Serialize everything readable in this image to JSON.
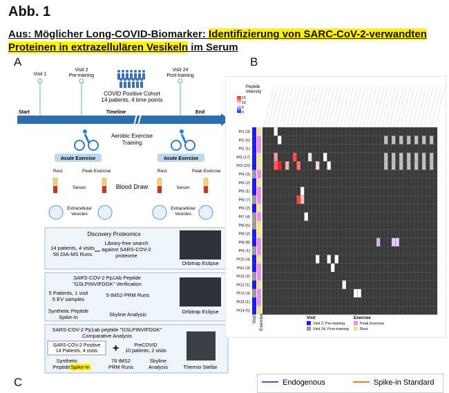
{
  "figure": {
    "title": "Abb. 1",
    "subtitle_prefix": "Aus: Möglicher Long-COVID-Biomarker: ",
    "subtitle_highlight1": "Identifizierung von SARC-CoV-2-verwandten",
    "subtitle_highlight2": "Proteinen in extrazellulären Vesikeln",
    "subtitle_suffix": " im Serum"
  },
  "panel_a": {
    "letter": "A",
    "visits": [
      "Visit 1",
      "Visit 2\nPre-training",
      "Visit 24\nPost-training"
    ],
    "cohort_title": "COVID Positive Cohort",
    "cohort_sub": "14 patients, 4 time points",
    "timeline_start": "Start",
    "timeline_label": "Timeline",
    "timeline_end": "End",
    "aerobic": "Aerobic Exercise\nTraining",
    "acute_exercise": "Acute Exercise",
    "rest": "Rest",
    "peak_exercise": "Peak Exercise",
    "serum": "Serum",
    "blood_draw": "Blood Draw",
    "ev": "Extracellular\nVesicles",
    "box1_title": "Discovery Proteomics",
    "box1_left": "14 patients, 4 visits\n56 DIA-MS Runs",
    "box1_mid": "Library-free search\nagainst SARS-COV-2\nproteome",
    "box1_inst": "Orbitrap Eclipse",
    "box2_title": "SARS-COV-2 Pp1Ab Peptide\n\"GSLPINVIFDGK\" Verification",
    "box2_left": "5 Patients, 1 visit\n5 EV samples",
    "box2_runs": "5 tMS2-PRM Runs",
    "box2_synth": "Synthetic Peptide\nSpike-In",
    "box2_sky": "Skyline Analysis",
    "box2_inst": "Orbitrap Eclipse",
    "box3_title": "SARS-COV-2 Pp1ab peptide \"GSLPINVIFDGK\"\nComparative Analysis",
    "box3_pos": "SARS-COV-2 Positive\n14 Patients, 4 visits",
    "box3_pre": "PreCOVID\n10 patients, 2 visits",
    "box3_synth_a": "Synthetic\nPeptide ",
    "box3_synth_hl": "Spike-In",
    "box3_runs": "76 tMS2\nPRM Runs",
    "box3_sky": "Skyline\nAnalysis",
    "box3_inst": "Thermo Stellar"
  },
  "panel_b": {
    "letter": "B",
    "scale_title": "Peptide\nIntensity",
    "scale_ticks": [
      "15",
      "10",
      "5",
      "0"
    ],
    "rows": [
      "Pt1 (3)",
      "Pt2 (6)",
      "Pt2 (1)",
      "Pt3 (17)",
      "Pt3 (10)",
      "Pt4 (3)",
      "Pt5 (2)",
      "Pt5 (1)",
      "Pt6 (7)",
      "Pt6 (2)",
      "Pt7 (4)",
      "Pt8 (6)",
      "Pt8 (2)",
      "Pt9 (8)",
      "Pt9 (1)",
      "Pt10 (4)",
      "Pt11 (3)",
      "Pt12 (2)",
      "Pt12 (1)",
      "Pt13 (4)",
      "Pt13 (1)",
      "Pt14 (5)"
    ],
    "col_label_visit": "Visit",
    "col_label_exercise": "Exercise",
    "legend_visit_title": "Visit",
    "legend_visit": [
      "Visit 2, Pre-training",
      "Visit 24, Post-training"
    ],
    "legend_ex_title": "Exercise",
    "legend_ex": [
      "Peak Exercise",
      "Rest"
    ],
    "colors": {
      "visit2": "#1a1aff",
      "visit24": "#9a9a9a",
      "peak": "#e98ee9",
      "rest": "#f0e38a",
      "cell": "#3a3a3a",
      "grid": "#666666"
    }
  },
  "panel_c": {
    "letter": "C",
    "legend": [
      "Endogenous",
      "Spike-in Standard"
    ],
    "colors": [
      "#3b63c4",
      "#f07a2a"
    ]
  }
}
